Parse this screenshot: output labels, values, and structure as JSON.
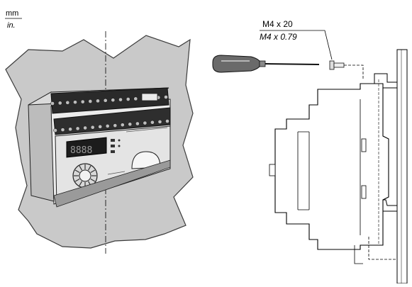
{
  "units": {
    "primary": "mm",
    "secondary": "in."
  },
  "screw": {
    "metric": "M4 x 20",
    "imperial": "M4 x 0.79"
  },
  "display_digits": "8888",
  "colors": {
    "panel": "#c9c9c9",
    "panel_stroke": "#3c3c3c",
    "device_body": "#e8e8e8",
    "terminal_strip": "#2a2a2a",
    "line": "#000000"
  }
}
